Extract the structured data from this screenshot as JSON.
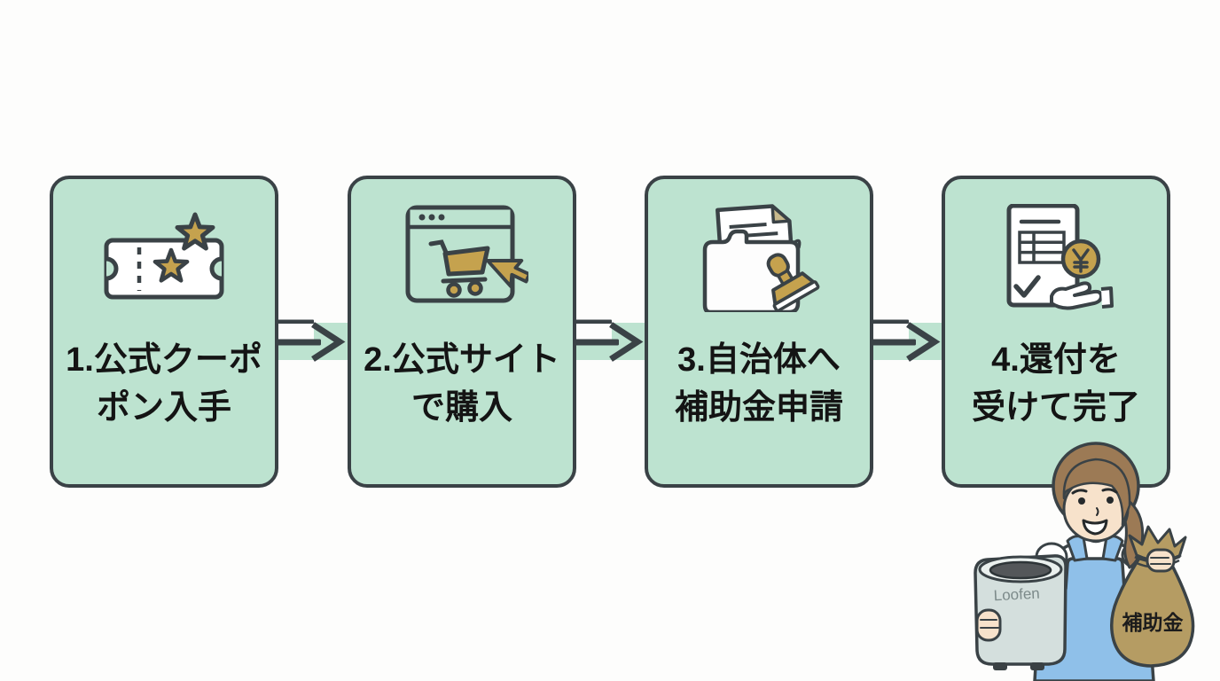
{
  "page": {
    "background_color": "#fdfdfc"
  },
  "flow": {
    "card_fill_color": "#bde3d0",
    "outline_color": "#3a4246",
    "accent_gold_color": "#c5a24e",
    "text_color": "#141414",
    "connector_icon": "arrow-right-icon",
    "steps": [
      {
        "label_line1": "1.公式クーポ",
        "label_line2": "ポン入手",
        "icon": "coupon-ticket-stars-icon"
      },
      {
        "label_line1": "2.公式サイト",
        "label_line2": "で購入",
        "icon": "browser-cart-cursor-icon"
      },
      {
        "label_line1": "3.自治体へ",
        "label_line2": "補助金申請",
        "icon": "folder-document-stamp-icon"
      },
      {
        "label_line1": "4.還付を",
        "label_line2": "受けて完了",
        "icon": "receipt-yen-coin-hand-icon"
      }
    ]
  },
  "illustration": {
    "name": "woman-holding-loofen-and-subsidy-bag",
    "device_label": "Loofen",
    "money_bag_label": "補助金",
    "apron_color": "#8fc0e9",
    "money_bag_color": "#b59c63",
    "hair_color": "#9c7a55",
    "skin_color": "#f7e2cb"
  }
}
